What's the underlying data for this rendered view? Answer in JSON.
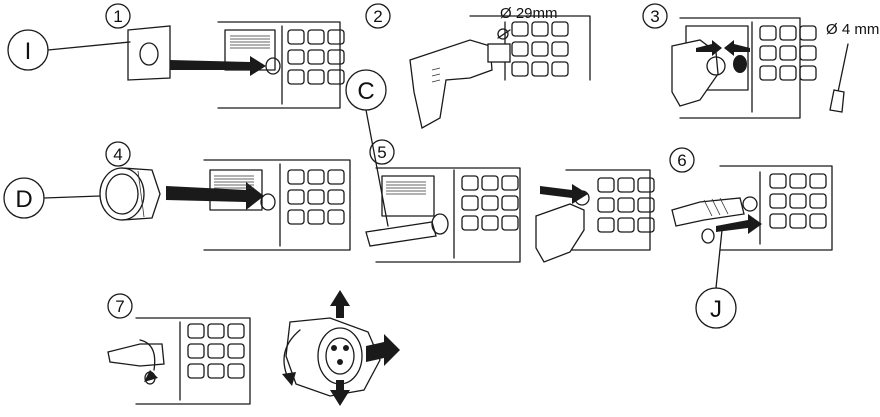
{
  "steps": [
    "1",
    "2",
    "3",
    "4",
    "5",
    "6",
    "7"
  ],
  "callouts": [
    "I",
    "C",
    "D",
    "J"
  ],
  "dimensions": {
    "hole_saw": "Ø 29mm",
    "drill_bit": "Ø 4 mm"
  },
  "colors": {
    "line": "#1a1a1a",
    "background": "#ffffff"
  }
}
